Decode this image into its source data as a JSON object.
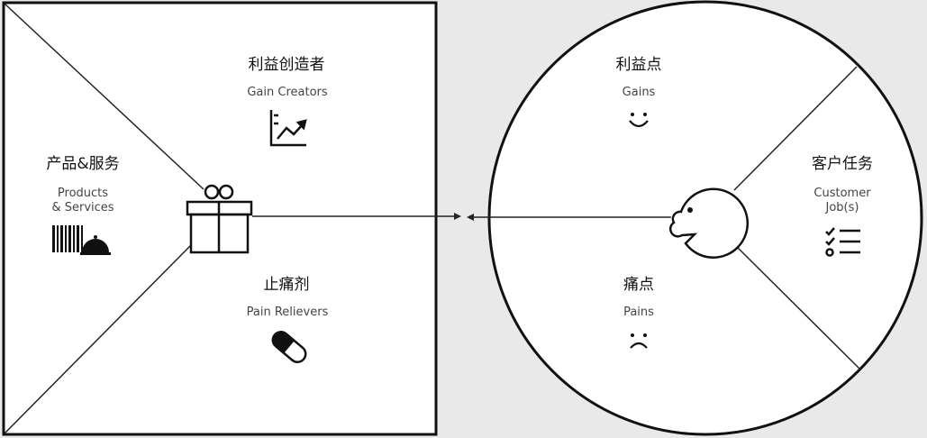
{
  "value_map": {
    "gain_creators": {
      "zh": "利益创造者",
      "en": "Gain Creators",
      "icon": "chart-up-icon"
    },
    "products_services": {
      "zh": "产品&服务",
      "en_line1": "Products",
      "en_line2": "& Services",
      "icon": "barcode-cloche-icon"
    },
    "pain_relievers": {
      "zh": "止痛剂",
      "en": "Pain Relievers",
      "icon": "pill-icon"
    },
    "center_icon": "gift-icon"
  },
  "customer_profile": {
    "gains": {
      "zh": "利益点",
      "en": "Gains",
      "icon": "smile-icon"
    },
    "customer_jobs": {
      "zh": "客户任务",
      "en_line1": "Customer",
      "en_line2": "Job(s)",
      "icon": "checklist-icon"
    },
    "pains": {
      "zh": "痛点",
      "en": "Pains",
      "icon": "frown-icon"
    },
    "center_icon": "face-icon"
  }
}
